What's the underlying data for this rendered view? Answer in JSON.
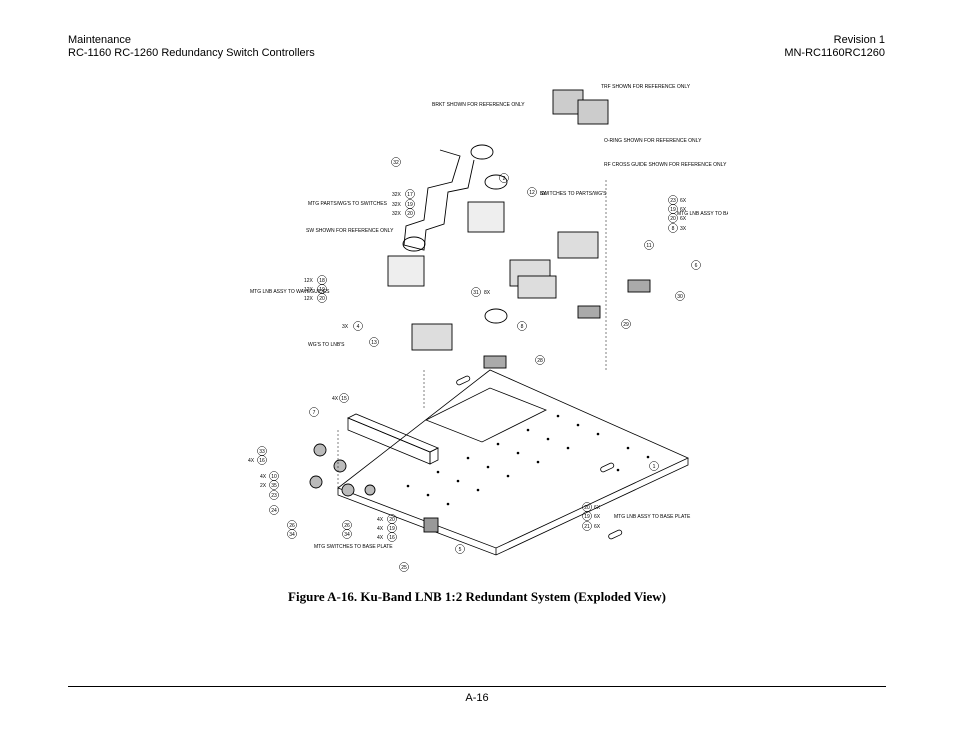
{
  "header": {
    "section": "Maintenance",
    "doc_title": "RC-1160 RC-1260 Redundancy Switch Controllers",
    "revision": "Revision 1",
    "doc_number": "MN-RC1160RC1260"
  },
  "figure": {
    "caption": "Figure A-16. Ku-Band LNB 1:2 Redundant System (Exploded View)",
    "notes": {
      "trf": "TRF SHOWN FOR REFERENCE ONLY",
      "brkt": "BRKT SHOWN FOR REFERENCE ONLY",
      "oring": "O-RING SHOWN FOR REFERENCE ONLY",
      "rfguide": "RF CROSS GUIDE SHOWN FOR REFERENCE ONLY",
      "switches_to_parts": "SWITCHES TO PARTS/WG'S",
      "mtg_parts_wgs": "MTG PARTS/WG'S TO SWITCHES",
      "sw_shown": "SW SHOWN FOR REFERENCE ONLY",
      "mtg_lnb_base": "MTG LNB ASSY TO BASE PLATE",
      "mtg_lnb_wg": "MTG LNB ASSY TO WAVEGUIDES",
      "wgs_to_lnbs": "WG'S TO LNB'S",
      "mtg_switches_base": "MTG SWITCHES TO BASE PLATE"
    },
    "callouts": {
      "c1": "1",
      "c2": "2",
      "c3": "3",
      "c4": "4",
      "c5": "5",
      "c6": "6",
      "c7": "7",
      "c8": "8",
      "c9": "9",
      "c10": "10",
      "c11": "11",
      "c12": "12",
      "c13": "13",
      "c14": "14",
      "c15": "15",
      "c16": "16",
      "c17": "17",
      "c18": "18",
      "c19": "19",
      "c20": "20",
      "c21": "21",
      "c23": "23",
      "c24": "24",
      "c25": "25",
      "c26": "26",
      "c28": "28",
      "c29": "29",
      "c30": "30",
      "c31": "31",
      "c32": "32",
      "c33": "33",
      "c34": "34",
      "c35": "35"
    },
    "qty": {
      "q2x": "2X",
      "q3x": "3X",
      "q4x": "4X",
      "q6x": "6X",
      "q8x": "8X",
      "q12x": "12X",
      "q32x": "32X"
    }
  },
  "footer": {
    "page": "A-16"
  }
}
